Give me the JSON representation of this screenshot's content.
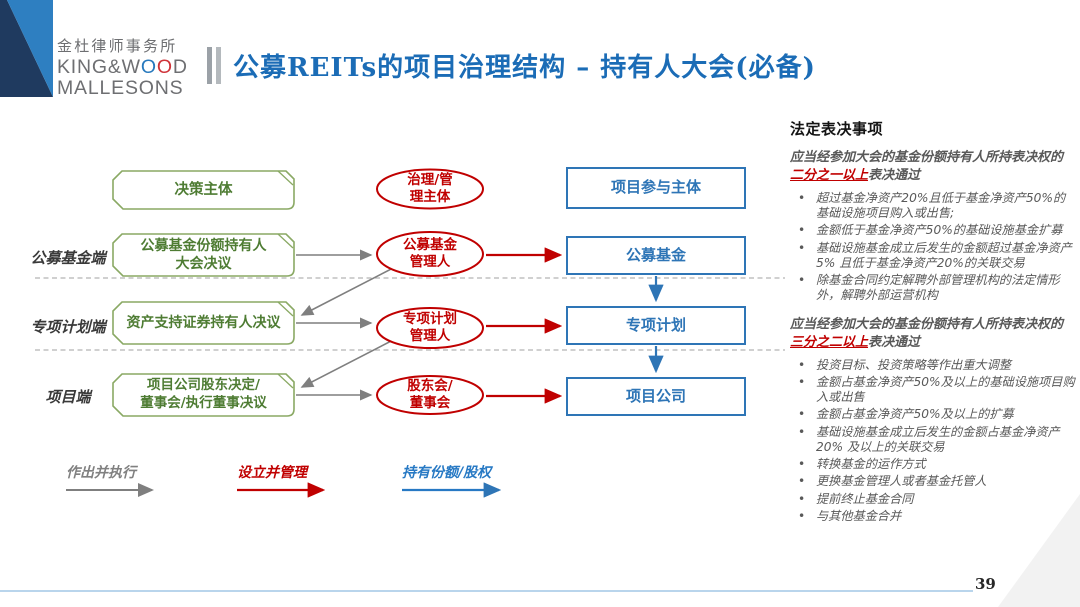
{
  "logo": {
    "cn": "金杜律师事务所",
    "en_k": "KING&W",
    "en_o1": "O",
    "en_o2": "O",
    "en_d": "D",
    "en2": "MALLESONS"
  },
  "header": {
    "title": "公募REITs的项目治理结构 – 持有人大会(必备)"
  },
  "diagram": {
    "row_labels": [
      "公募基金端",
      "专项计划端",
      "项目端"
    ],
    "decision": {
      "header": "决策主体",
      "items": [
        "公募基金份额持有人\n大会决议",
        "资产支持证券持有人决议",
        "项目公司股东决定/\n董事会/执行董事决议"
      ]
    },
    "governance": {
      "header": "治理/管\n理主体",
      "items": [
        "公募基金\n管理人",
        "专项计划\n管理人",
        "股东会/\n董事会"
      ]
    },
    "participants": {
      "header": "项目参与主体",
      "items": [
        "公募基金",
        "专项计划",
        "项目公司"
      ]
    },
    "legend": [
      {
        "label": "作出并执行",
        "color": "#7f7f7f"
      },
      {
        "label": "设立并管理",
        "color": "#c00000"
      },
      {
        "label": "持有份额/股权",
        "color": "#2779c4"
      }
    ]
  },
  "panel": {
    "heading": "法定表决事项",
    "sections": [
      {
        "intro_pre": "应当经参加大会的基金份额持有人所持表决权的",
        "intro_em": "二分之一以上",
        "intro_post": "表决通过",
        "bullets": [
          "超过基金净资产20%且低于基金净资产50%的基础设施项目购入或出售;",
          "金额低于基金净资产50%的基础设施基金扩募",
          "基础设施基金成立后发生的金额超过基金净资产5% 且低于基金净资产20%的关联交易",
          "除基金合同约定解聘外部管理机构的法定情形外，解聘外部运营机构"
        ]
      },
      {
        "intro_pre": "应当经参加大会的基金份额持有人所持表决权的",
        "intro_em": "三分之二以上",
        "intro_post": "表决通过",
        "bullets": [
          "投资目标、投资策略等作出重大调整",
          "金额占基金净资产50%及以上的基础设施项目购入或出售",
          "金额占基金净资产50%及以上的扩募",
          "基础设施基金成立后发生的金额占基金净资产20% 及以上的关联交易",
          "转换基金的运作方式",
          "更换基金管理人或者基金托管人",
          "提前终止基金合同",
          "与其他基金合并"
        ]
      }
    ]
  },
  "footer": {
    "page": "39"
  },
  "colors": {
    "title_blue": "#1b6cb6",
    "green": "#4e7c33",
    "green_border": "#8aa964",
    "red": "#c00000",
    "blue": "#2e75b6",
    "gray_arrow": "#7f7f7f",
    "logo_navy": "#1f3a5f",
    "logo_blue": "#2e7fc1",
    "footer_line": "#b9d5ec"
  }
}
